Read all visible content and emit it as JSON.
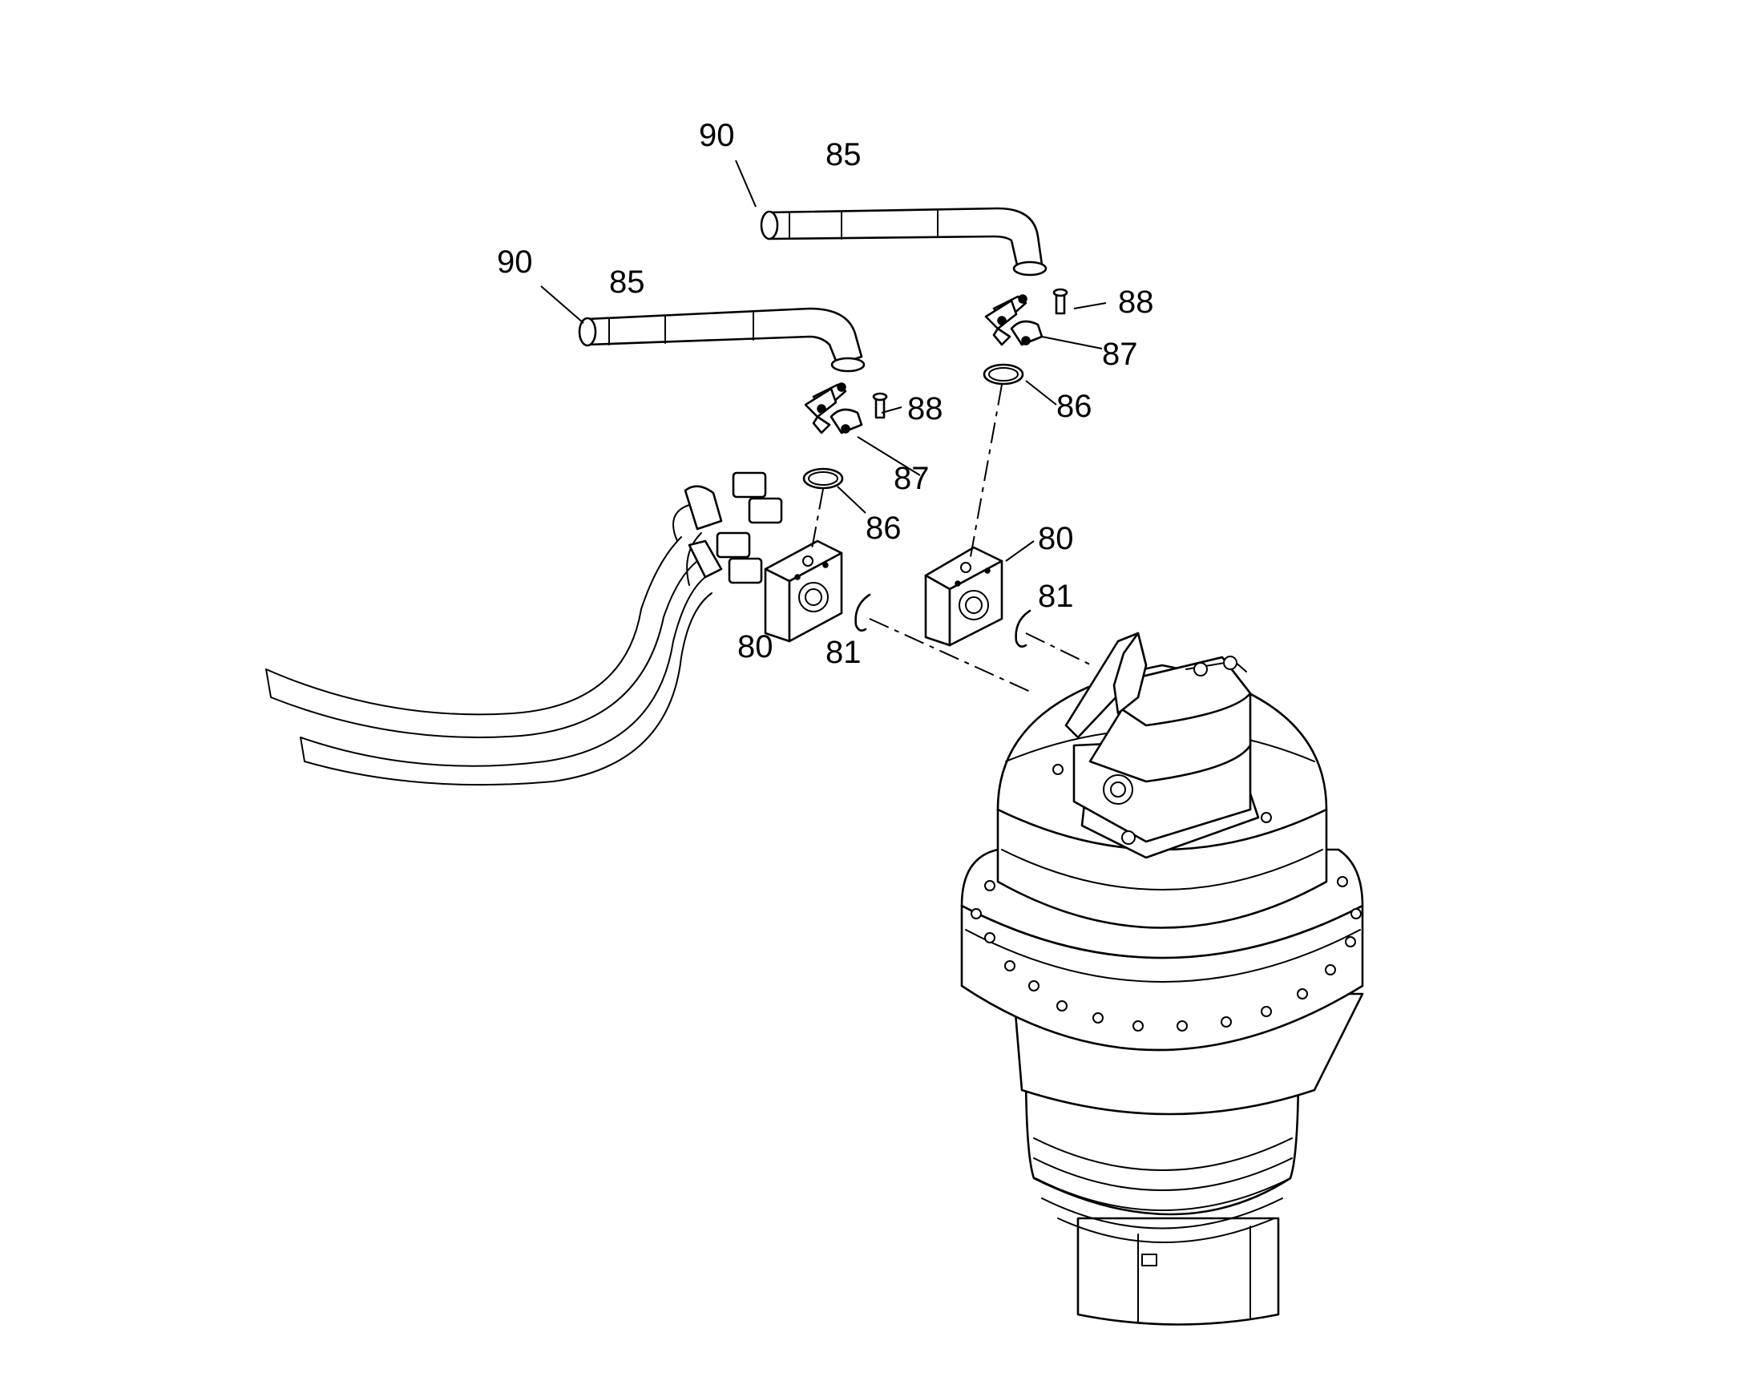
{
  "callouts": {
    "hose_upper_90": "90",
    "hose_upper_85": "85",
    "hose_left_90": "90",
    "hose_left_85": "85",
    "screw_right_88": "88",
    "clamp_right_87": "87",
    "oring_right_86": "86",
    "screw_left_88": "88",
    "clamp_left_87": "87",
    "oring_left_86": "86",
    "block_right_80": "80",
    "ring_right_81": "81",
    "block_left_80": "80",
    "ring_left_81": "81"
  }
}
